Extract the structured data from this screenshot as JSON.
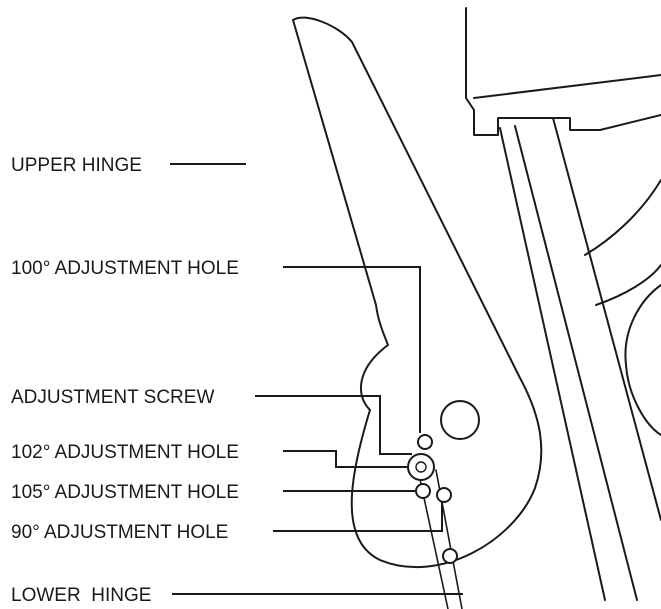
{
  "labels": {
    "upper_hinge": "UPPER HINGE",
    "adjustment_hole_100": "100° ADJUSTMENT HOLE",
    "adjustment_screw": "ADJUSTMENT SCREW",
    "adjustment_hole_102": "102° ADJUSTMENT HOLE",
    "adjustment_hole_105": "105° ADJUSTMENT HOLE",
    "adjustment_hole_90": "90° ADJUSTMENT HOLE",
    "lower_hinge": "LOWER  HINGE"
  },
  "colors": {
    "line": "#1a1a1a",
    "background": "#ffffff"
  }
}
